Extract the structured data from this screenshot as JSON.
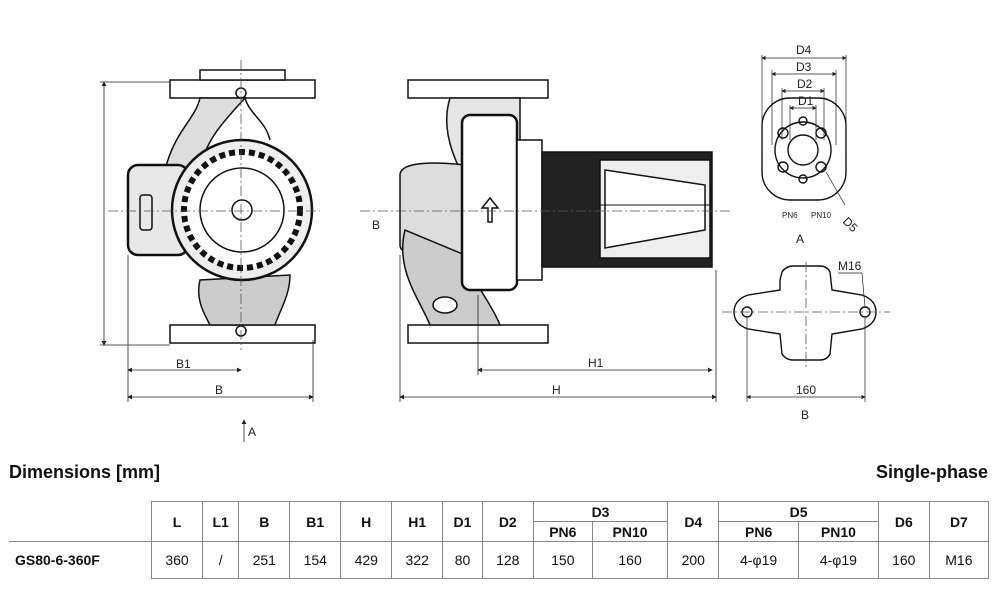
{
  "drawing": {
    "labels": {
      "b1": "B1",
      "b": "B",
      "a_arrow": "A",
      "h1": "H1",
      "h": "H",
      "b_side": "B",
      "d4": "D4",
      "d3": "D3",
      "d2": "D2",
      "d1": "D1",
      "d5": "D5",
      "pn6": "PN6",
      "pn10": "PN10",
      "view_a": "A",
      "m16": "M16",
      "dim_160": "160",
      "view_b": "B"
    }
  },
  "dimensions_title": "Dimensions [mm]",
  "phase_title": "Single-phase",
  "table": {
    "headers": {
      "L": "L",
      "L1": "L1",
      "B": "B",
      "B1": "B1",
      "H": "H",
      "H1": "H1",
      "D1": "D1",
      "D2": "D2",
      "D3": "D3",
      "D4": "D4",
      "D5": "D5",
      "D6": "D6",
      "D7": "D7"
    },
    "sub_headers": {
      "d3_pn6": "PN6",
      "d3_pn10": "PN10",
      "d5_pn6": "PN6",
      "d5_pn10": "PN10"
    },
    "row": {
      "model": "GS80-6-360F",
      "L": "360",
      "L1": "/",
      "B": "251",
      "B1": "154",
      "H": "429",
      "H1": "322",
      "D1": "80",
      "D2": "128",
      "D3_PN6": "150",
      "D3_PN10": "160",
      "D4": "200",
      "D5_PN6": "4-φ19",
      "D5_PN10": "4-φ19",
      "D6": "160",
      "D7": "M16"
    }
  }
}
